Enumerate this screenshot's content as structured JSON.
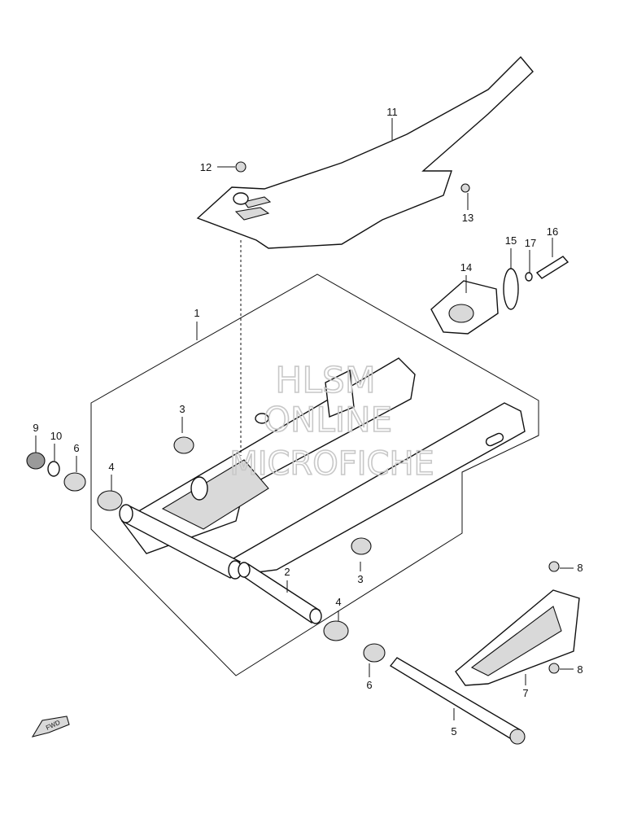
{
  "watermark": {
    "line1": "HLSM",
    "line2": "ONLINE",
    "line3": "MICROFICHE"
  },
  "fwd_label": "FWD",
  "callouts": {
    "c1": "1",
    "c2": "2",
    "c3a": "3",
    "c3b": "3",
    "c4a": "4",
    "c4b": "4",
    "c5": "5",
    "c6a": "6",
    "c6b": "6",
    "c7": "7",
    "c8a": "8",
    "c8b": "8",
    "c9": "9",
    "c10": "10",
    "c11": "11",
    "c12": "12",
    "c13": "13",
    "c14": "14",
    "c15": "15",
    "c16": "16",
    "c17": "17"
  }
}
